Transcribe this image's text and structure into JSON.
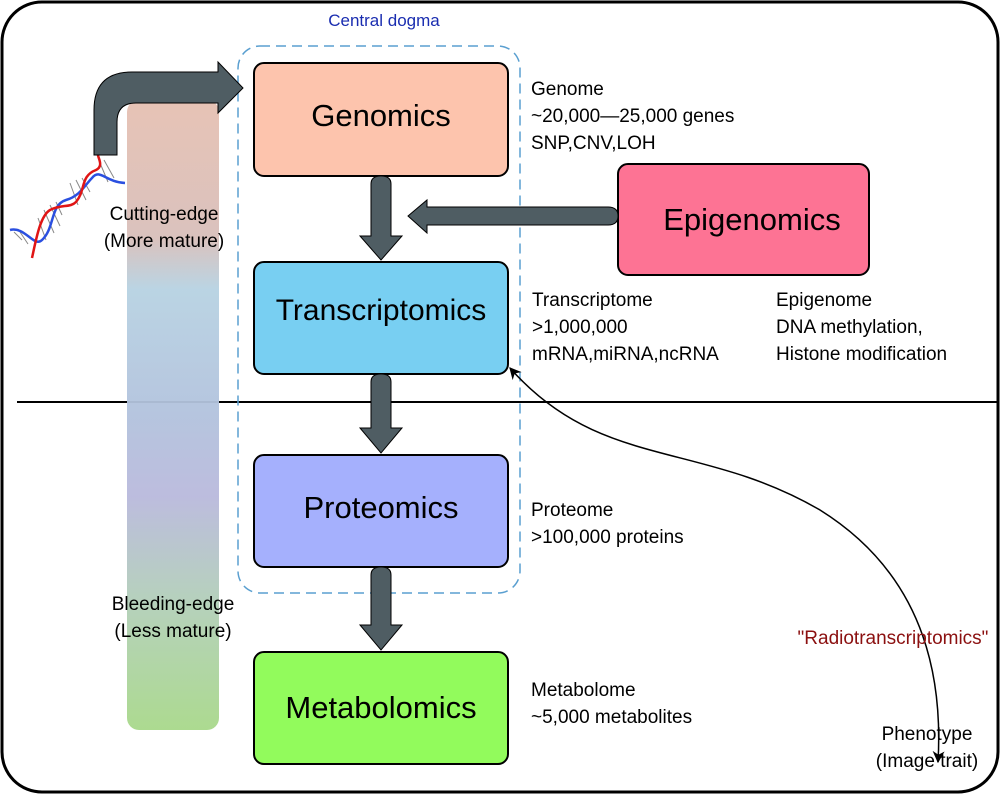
{
  "title": "Central dogma",
  "colors": {
    "genomics": "#fdc4ad",
    "epigenomics": "#fd7394",
    "transcriptomics": "#78cff2",
    "proteomics": "#a5b0fd",
    "metabolomics": "#92fb5c",
    "arrow": "#4f5d63",
    "dashed": "#5a9fd0",
    "title": "#1a2db0",
    "radio": "#8b1010"
  },
  "boxes": {
    "genomics": "Genomics",
    "epigenomics": "Epigenomics",
    "transcriptomics": "Transcriptomics",
    "proteomics": "Proteomics",
    "metabolomics": "Metabolomics"
  },
  "notes": {
    "genome": [
      "Genome",
      "~20,000—25,000 genes",
      "SNP,CNV,LOH"
    ],
    "transcriptome": [
      "Transcriptome",
      ">1,000,000",
      "mRNA,miRNA,ncRNA"
    ],
    "epigenome": [
      "Epigenome",
      "DNA methylation,",
      "Histone modification"
    ],
    "proteome": [
      "Proteome",
      ">100,000 proteins"
    ],
    "metabolome": [
      "Metabolome",
      "~5,000 metabolites"
    ]
  },
  "maturity": {
    "top": [
      "Cutting-edge",
      "(More mature)"
    ],
    "bottom": [
      "Bleeding-edge",
      "(Less mature)"
    ]
  },
  "radio_label": "\"Radiotranscriptomics\"",
  "phenotype": [
    "Phenotype",
    "(Image trait)"
  ],
  "icons": {
    "dna": "dna-helix-icon"
  }
}
